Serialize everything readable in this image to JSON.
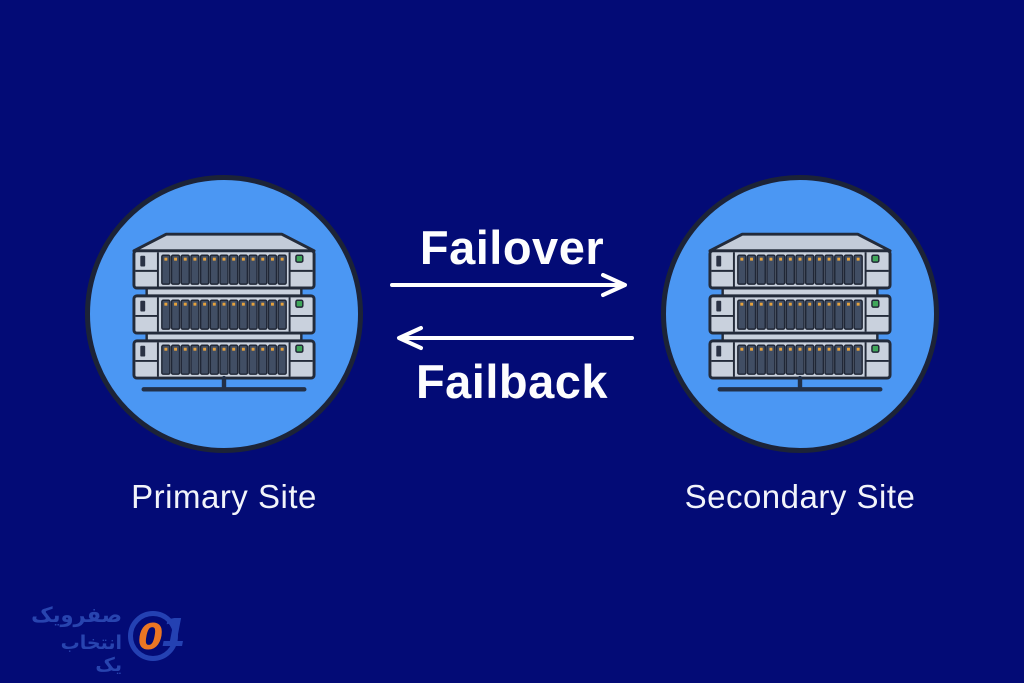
{
  "diagram": {
    "flow": {
      "failover_label": "Failover",
      "failback_label": "Failback"
    },
    "sites": [
      {
        "id": "primary",
        "label": "Primary Site"
      },
      {
        "id": "secondary",
        "label": "Secondary Site"
      }
    ]
  },
  "logo": {
    "text_line1": "صفرویک",
    "text_line2": "انتخاب یک",
    "zero_glyph": "0",
    "one_glyph": "1"
  },
  "icons": {
    "site_icon": "server-rack-icon",
    "failover_icon": "arrow-right-icon",
    "failback_icon": "arrow-left-icon"
  },
  "colors": {
    "background": "#030b76",
    "circle_fill": "#4b97f3",
    "circle_outline": "#1c2337",
    "text_white": "#fdfdfe",
    "server_chassis": "#c9d1dd",
    "server_bay": "#414e64",
    "server_dot_orange": "#e6a23c",
    "server_led_green": "#3fa65a",
    "logo_blue": "#2644b5",
    "logo_orange": "#f57b20"
  }
}
